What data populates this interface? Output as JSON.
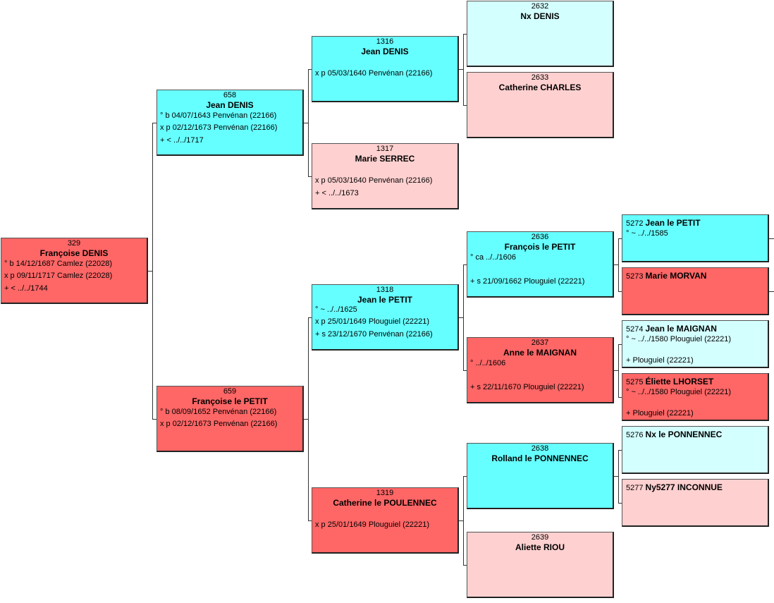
{
  "colors": {
    "male": "#66ffff",
    "female": "#ff6666",
    "male_light": "#d4ffff",
    "female_light": "#ffd0d0"
  },
  "persons": {
    "p329": {
      "num": "329",
      "name": "Françoise DENIS",
      "lines": [
        "° b 14/12/1687 Camlez (22028)",
        "x p 09/11/1717 Camlez (22028)",
        "+ < ../../1744"
      ]
    },
    "p658": {
      "num": "658",
      "name": "Jean DENIS",
      "lines": [
        "° b 04/07/1643 Penvénan (22166)",
        "x p 02/12/1673 Penvénan (22166)",
        "+ < ../../1717"
      ]
    },
    "p659": {
      "num": "659",
      "name": "Françoise le PETIT",
      "lines": [
        "° b 08/09/1652 Penvénan (22166)",
        "x p 02/12/1673 Penvénan (22166)"
      ]
    },
    "p1316": {
      "num": "1316",
      "name": "Jean DENIS",
      "lines": [
        "x p 05/03/1640 Penvénan (22166)"
      ]
    },
    "p1317": {
      "num": "1317",
      "name": "Marie SERREC",
      "lines": [
        "x p 05/03/1640 Penvénan (22166)",
        "+ < ../../1673"
      ]
    },
    "p1318": {
      "num": "1318",
      "name": "Jean le PETIT",
      "lines": [
        "° ~ ../../1625",
        "x p 25/01/1649 Plouguiel (22221)",
        "+ s 23/12/1670 Penvénan (22166)"
      ]
    },
    "p1319": {
      "num": "1319",
      "name": "Catherine le POULENNEC",
      "lines": [
        "x p 25/01/1649 Plouguiel (22221)"
      ]
    },
    "p2632": {
      "num": "2632",
      "name": "Nx DENIS"
    },
    "p2633": {
      "num": "2633",
      "name": "Catherine CHARLES"
    },
    "p2636": {
      "num": "2636",
      "name": "François le PETIT",
      "lines": [
        "° ca ../../1606",
        "+ s 21/09/1662 Plouguiel (22221)"
      ]
    },
    "p2637": {
      "num": "2637",
      "name": "Anne le MAIGNAN",
      "lines": [
        "° ../../1606",
        "+ s 22/11/1670 Plouguiel (22221)"
      ]
    },
    "p2638": {
      "num": "2638",
      "name": "Rolland le PONNENNEC"
    },
    "p2639": {
      "num": "2639",
      "name": "Aliette RIOU"
    },
    "p5272": {
      "num": "5272",
      "name": "Jean le PETIT",
      "lines": [
        "° ~ ../../1585"
      ]
    },
    "p5273": {
      "num": "5273",
      "name": "Marie MORVAN"
    },
    "p5274": {
      "num": "5274",
      "name": "Jean le MAIGNAN",
      "lines": [
        "° ~ ../../1580 Plouguiel (22221)",
        "+ Plouguiel (22221)"
      ]
    },
    "p5275": {
      "num": "5275",
      "name": "Éliette LHORSET",
      "lines": [
        "° ~ ../../1580 Plouguiel (22221)",
        "+ Plouguiel (22221)"
      ]
    },
    "p5276": {
      "num": "5276",
      "name": "Nx le PONNENNEC"
    },
    "p5277": {
      "num": "5277",
      "name": "Ny5277 INCONNUE"
    }
  }
}
